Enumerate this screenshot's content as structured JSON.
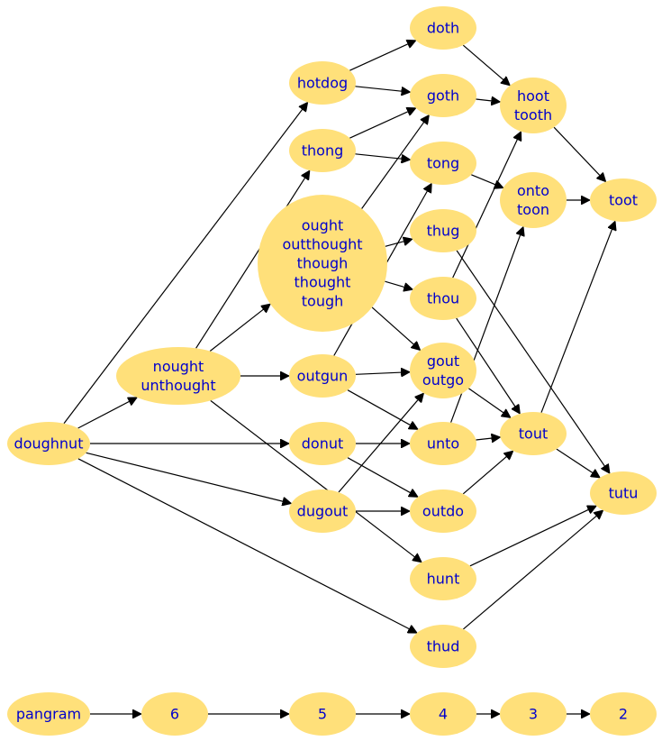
{
  "graph": {
    "colors": {
      "node_fill": "#ffe07a",
      "node_text": "#0000cc",
      "edge": "#000000",
      "background": "#ffffff"
    },
    "nodes": [
      {
        "id": "doth",
        "lines": [
          "doth"
        ]
      },
      {
        "id": "hotdog",
        "lines": [
          "hotdog"
        ]
      },
      {
        "id": "goth",
        "lines": [
          "goth"
        ]
      },
      {
        "id": "hoot",
        "lines": [
          "hoot",
          "tooth"
        ]
      },
      {
        "id": "thong",
        "lines": [
          "thong"
        ]
      },
      {
        "id": "tong",
        "lines": [
          "tong"
        ]
      },
      {
        "id": "onto",
        "lines": [
          "onto",
          "toon"
        ]
      },
      {
        "id": "toot",
        "lines": [
          "toot"
        ]
      },
      {
        "id": "ought",
        "lines": [
          "ought",
          "outthought",
          "though",
          "thought",
          "tough"
        ]
      },
      {
        "id": "thug",
        "lines": [
          "thug"
        ]
      },
      {
        "id": "thou",
        "lines": [
          "thou"
        ]
      },
      {
        "id": "nought",
        "lines": [
          "nought",
          "unthought"
        ]
      },
      {
        "id": "outgun",
        "lines": [
          "outgun"
        ]
      },
      {
        "id": "gout",
        "lines": [
          "gout",
          "outgo"
        ]
      },
      {
        "id": "doughnut",
        "lines": [
          "doughnut"
        ]
      },
      {
        "id": "donut",
        "lines": [
          "donut"
        ]
      },
      {
        "id": "unto",
        "lines": [
          "unto"
        ]
      },
      {
        "id": "tout",
        "lines": [
          "tout"
        ]
      },
      {
        "id": "dugout",
        "lines": [
          "dugout"
        ]
      },
      {
        "id": "outdo",
        "lines": [
          "outdo"
        ]
      },
      {
        "id": "tutu",
        "lines": [
          "tutu"
        ]
      },
      {
        "id": "hunt",
        "lines": [
          "hunt"
        ]
      },
      {
        "id": "thud",
        "lines": [
          "thud"
        ]
      },
      {
        "id": "pangram",
        "lines": [
          "pangram"
        ]
      },
      {
        "id": "n6",
        "lines": [
          "6"
        ]
      },
      {
        "id": "n5",
        "lines": [
          "5"
        ]
      },
      {
        "id": "n4",
        "lines": [
          "4"
        ]
      },
      {
        "id": "n3",
        "lines": [
          "3"
        ]
      },
      {
        "id": "n2",
        "lines": [
          "2"
        ]
      }
    ],
    "edges": [
      [
        "hotdog",
        "doth"
      ],
      [
        "hotdog",
        "goth"
      ],
      [
        "doth",
        "hoot"
      ],
      [
        "goth",
        "hoot"
      ],
      [
        "hoot",
        "toot"
      ],
      [
        "onto",
        "toot"
      ],
      [
        "thong",
        "goth"
      ],
      [
        "thong",
        "tong"
      ],
      [
        "tong",
        "onto"
      ],
      [
        "ought",
        "goth"
      ],
      [
        "ought",
        "thug"
      ],
      [
        "ought",
        "thou"
      ],
      [
        "ought",
        "gout"
      ],
      [
        "thou",
        "hoot"
      ],
      [
        "thou",
        "tout"
      ],
      [
        "thug",
        "tutu"
      ],
      [
        "nought",
        "thong"
      ],
      [
        "nought",
        "ought"
      ],
      [
        "nought",
        "outgun"
      ],
      [
        "nought",
        "hunt"
      ],
      [
        "outgun",
        "tong"
      ],
      [
        "outgun",
        "gout"
      ],
      [
        "outgun",
        "unto"
      ],
      [
        "gout",
        "tout"
      ],
      [
        "doughnut",
        "hotdog"
      ],
      [
        "doughnut",
        "nought"
      ],
      [
        "doughnut",
        "donut"
      ],
      [
        "doughnut",
        "dugout"
      ],
      [
        "doughnut",
        "thud"
      ],
      [
        "donut",
        "unto"
      ],
      [
        "donut",
        "outdo"
      ],
      [
        "dugout",
        "gout"
      ],
      [
        "dugout",
        "outdo"
      ],
      [
        "unto",
        "onto"
      ],
      [
        "unto",
        "tout"
      ],
      [
        "outdo",
        "tout"
      ],
      [
        "tout",
        "toot"
      ],
      [
        "tout",
        "tutu"
      ],
      [
        "hunt",
        "tutu"
      ],
      [
        "thud",
        "tutu"
      ],
      [
        "pangram",
        "n6"
      ],
      [
        "n6",
        "n5"
      ],
      [
        "n5",
        "n4"
      ],
      [
        "n4",
        "n3"
      ],
      [
        "n3",
        "n2"
      ]
    ]
  }
}
